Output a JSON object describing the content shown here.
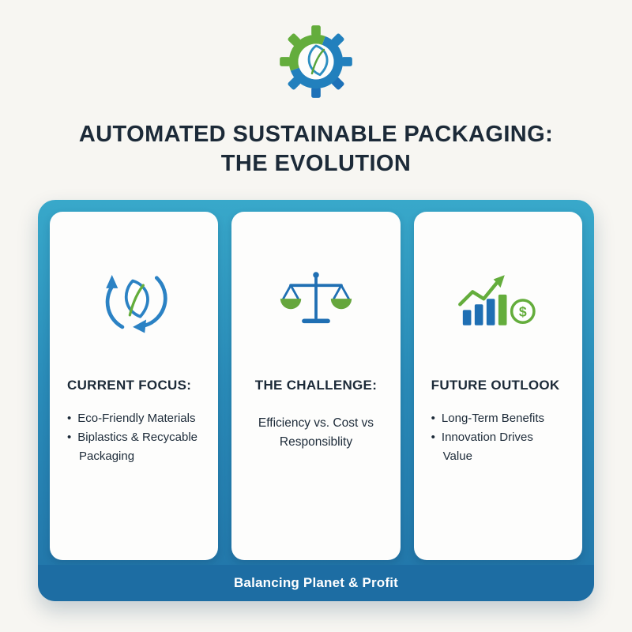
{
  "title": {
    "line1": "AUTOMATED SUSTAINABLE PACKAGING:",
    "line2": "THE EVOLUTION"
  },
  "logo": {
    "icon": "gear-leaf-logo"
  },
  "colors": {
    "panel_top": "#38a8ca",
    "panel_bottom": "#2174a8",
    "footer_bar": "#1d6da3",
    "blue": "#1f6fb3",
    "green": "#64ad3c",
    "text": "#1c2a38",
    "card_bg": "#fdfdfc",
    "page_bg": "#f7f6f2"
  },
  "icons": {
    "dollar_sign": "$"
  },
  "cards": [
    {
      "icon": "leaf-recycle-icon",
      "heading": "CURRENT FOCUS:",
      "bullets": [
        "Eco-Friendly Materials",
        "Biplastics & Recycable Packaging"
      ]
    },
    {
      "icon": "balance-scale-icon",
      "heading": "THE CHALLENGE:",
      "text": "Efficiency vs. Cost vs Responsiblity"
    },
    {
      "icon": "growth-chart-icon",
      "heading": "FUTURE OUTLOOK",
      "bullets": [
        "Long-Term Benefits",
        "Innovation Drives Value"
      ]
    }
  ],
  "footer": {
    "label": "Balancing Planet & Profit"
  }
}
